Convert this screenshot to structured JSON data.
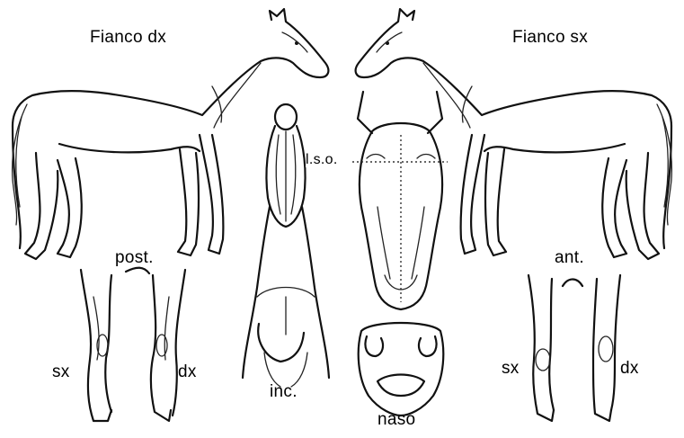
{
  "labels": {
    "flank_right": "Fianco dx",
    "flank_left": "Fianco sx",
    "hind": "post.",
    "fore": "ant.",
    "hind_left": "sx",
    "hind_right": "dx",
    "fore_left": "sx",
    "fore_right": "dx",
    "neck_inferior": "inc.",
    "muzzle": "naso",
    "head_front": "l.s.o."
  },
  "icons": {
    "horse_right_flank": "horse-right-flank-icon",
    "horse_left_flank": "horse-left-flank-icon",
    "neck_ventral_view": "neck-ventral-icon",
    "head_front_view": "head-front-icon",
    "muzzle_view": "muzzle-icon",
    "hind_legs": "hind-legs-icon",
    "fore_legs": "fore-legs-icon"
  }
}
